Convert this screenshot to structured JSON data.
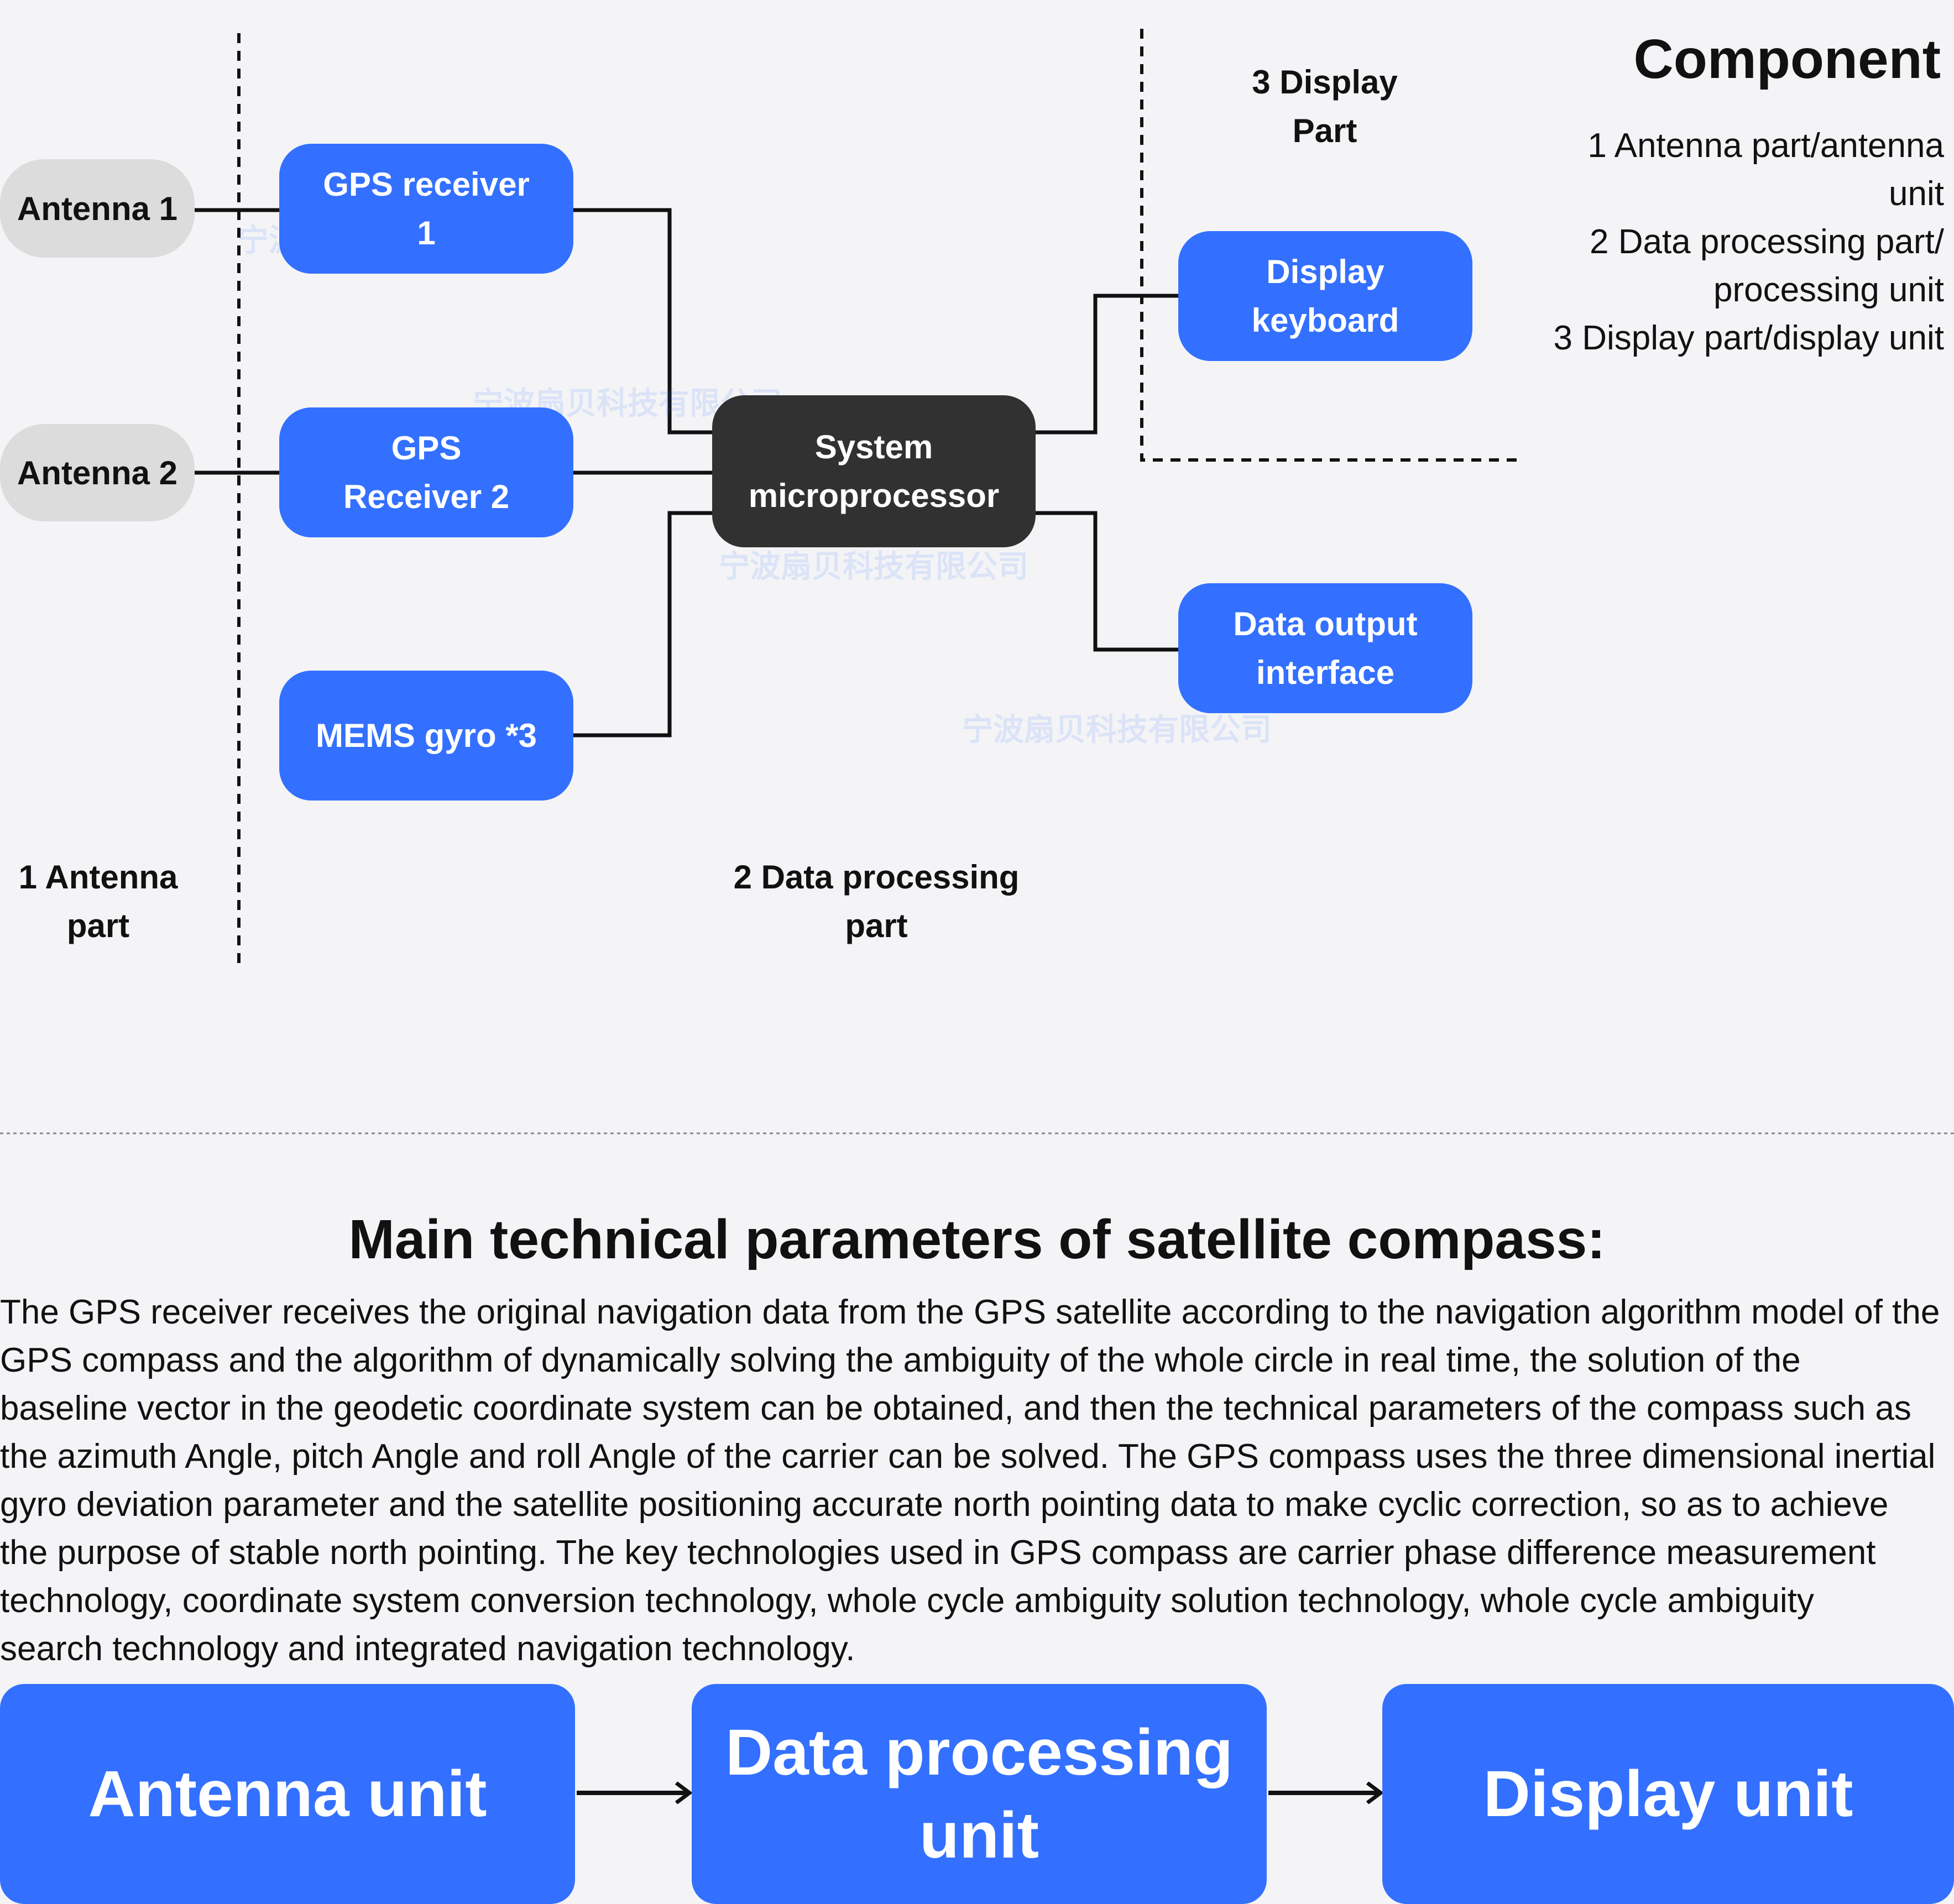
{
  "diagram": {
    "nodes": {
      "antenna1": "Antenna 1",
      "antenna2": "Antenna 2",
      "gps_receiver_1": "GPS receiver\n1",
      "gps_receiver_2": "GPS\nReceiver 2",
      "mems_gyro": "MEMS gyro *3",
      "system_microprocessor": "System\nmicroprocessor",
      "display_keyboard": "Display\nkeyboard",
      "data_output_interface": "Data output\ninterface"
    },
    "section_labels": {
      "antenna_part": "1 Antenna\npart",
      "data_processing_part": "2 Data processing\npart",
      "display_part": "3 Display\nPart"
    },
    "legend": {
      "title": "Component",
      "items": [
        "1 Antenna part/antenna\nunit",
        "2 Data processing part/\nprocessing unit",
        "3 Display part/display unit"
      ]
    },
    "watermark": "宁波扇贝科技有限公司"
  },
  "parameters": {
    "title": "Main technical parameters of satellite compass:",
    "body": "The GPS receiver receives the original navigation data from the GPS satellite according to the navigation algorithm model of the\nGPS compass and the algorithm of dynamically solving the ambiguity of the whole circle in real time, the solution of the\nbaseline vector in the geodetic coordinate system can be obtained, and then the technical parameters of the compass such as\nthe azimuth Angle, pitch Angle and roll Angle of the carrier can be solved. The GPS compass uses the three dimensional inertial\ngyro deviation parameter and the satellite positioning accurate north pointing data to make cyclic correction, so as to achieve\nthe purpose of stable north pointing. The key technologies used in GPS compass are carrier phase difference measurement\ntechnology, coordinate system conversion technology, whole cycle ambiguity solution technology, whole cycle ambiguity\nsearch technology and integrated navigation technology."
  },
  "flow": {
    "antenna_unit": "Antenna unit",
    "data_processing_unit": "Data processing\nunit",
    "display_unit": "Display unit"
  },
  "colors": {
    "accent_blue": "#3370ff",
    "dark_node": "#313131",
    "antenna_grey": "#dcdcdc",
    "background": "#f4f4f6"
  }
}
